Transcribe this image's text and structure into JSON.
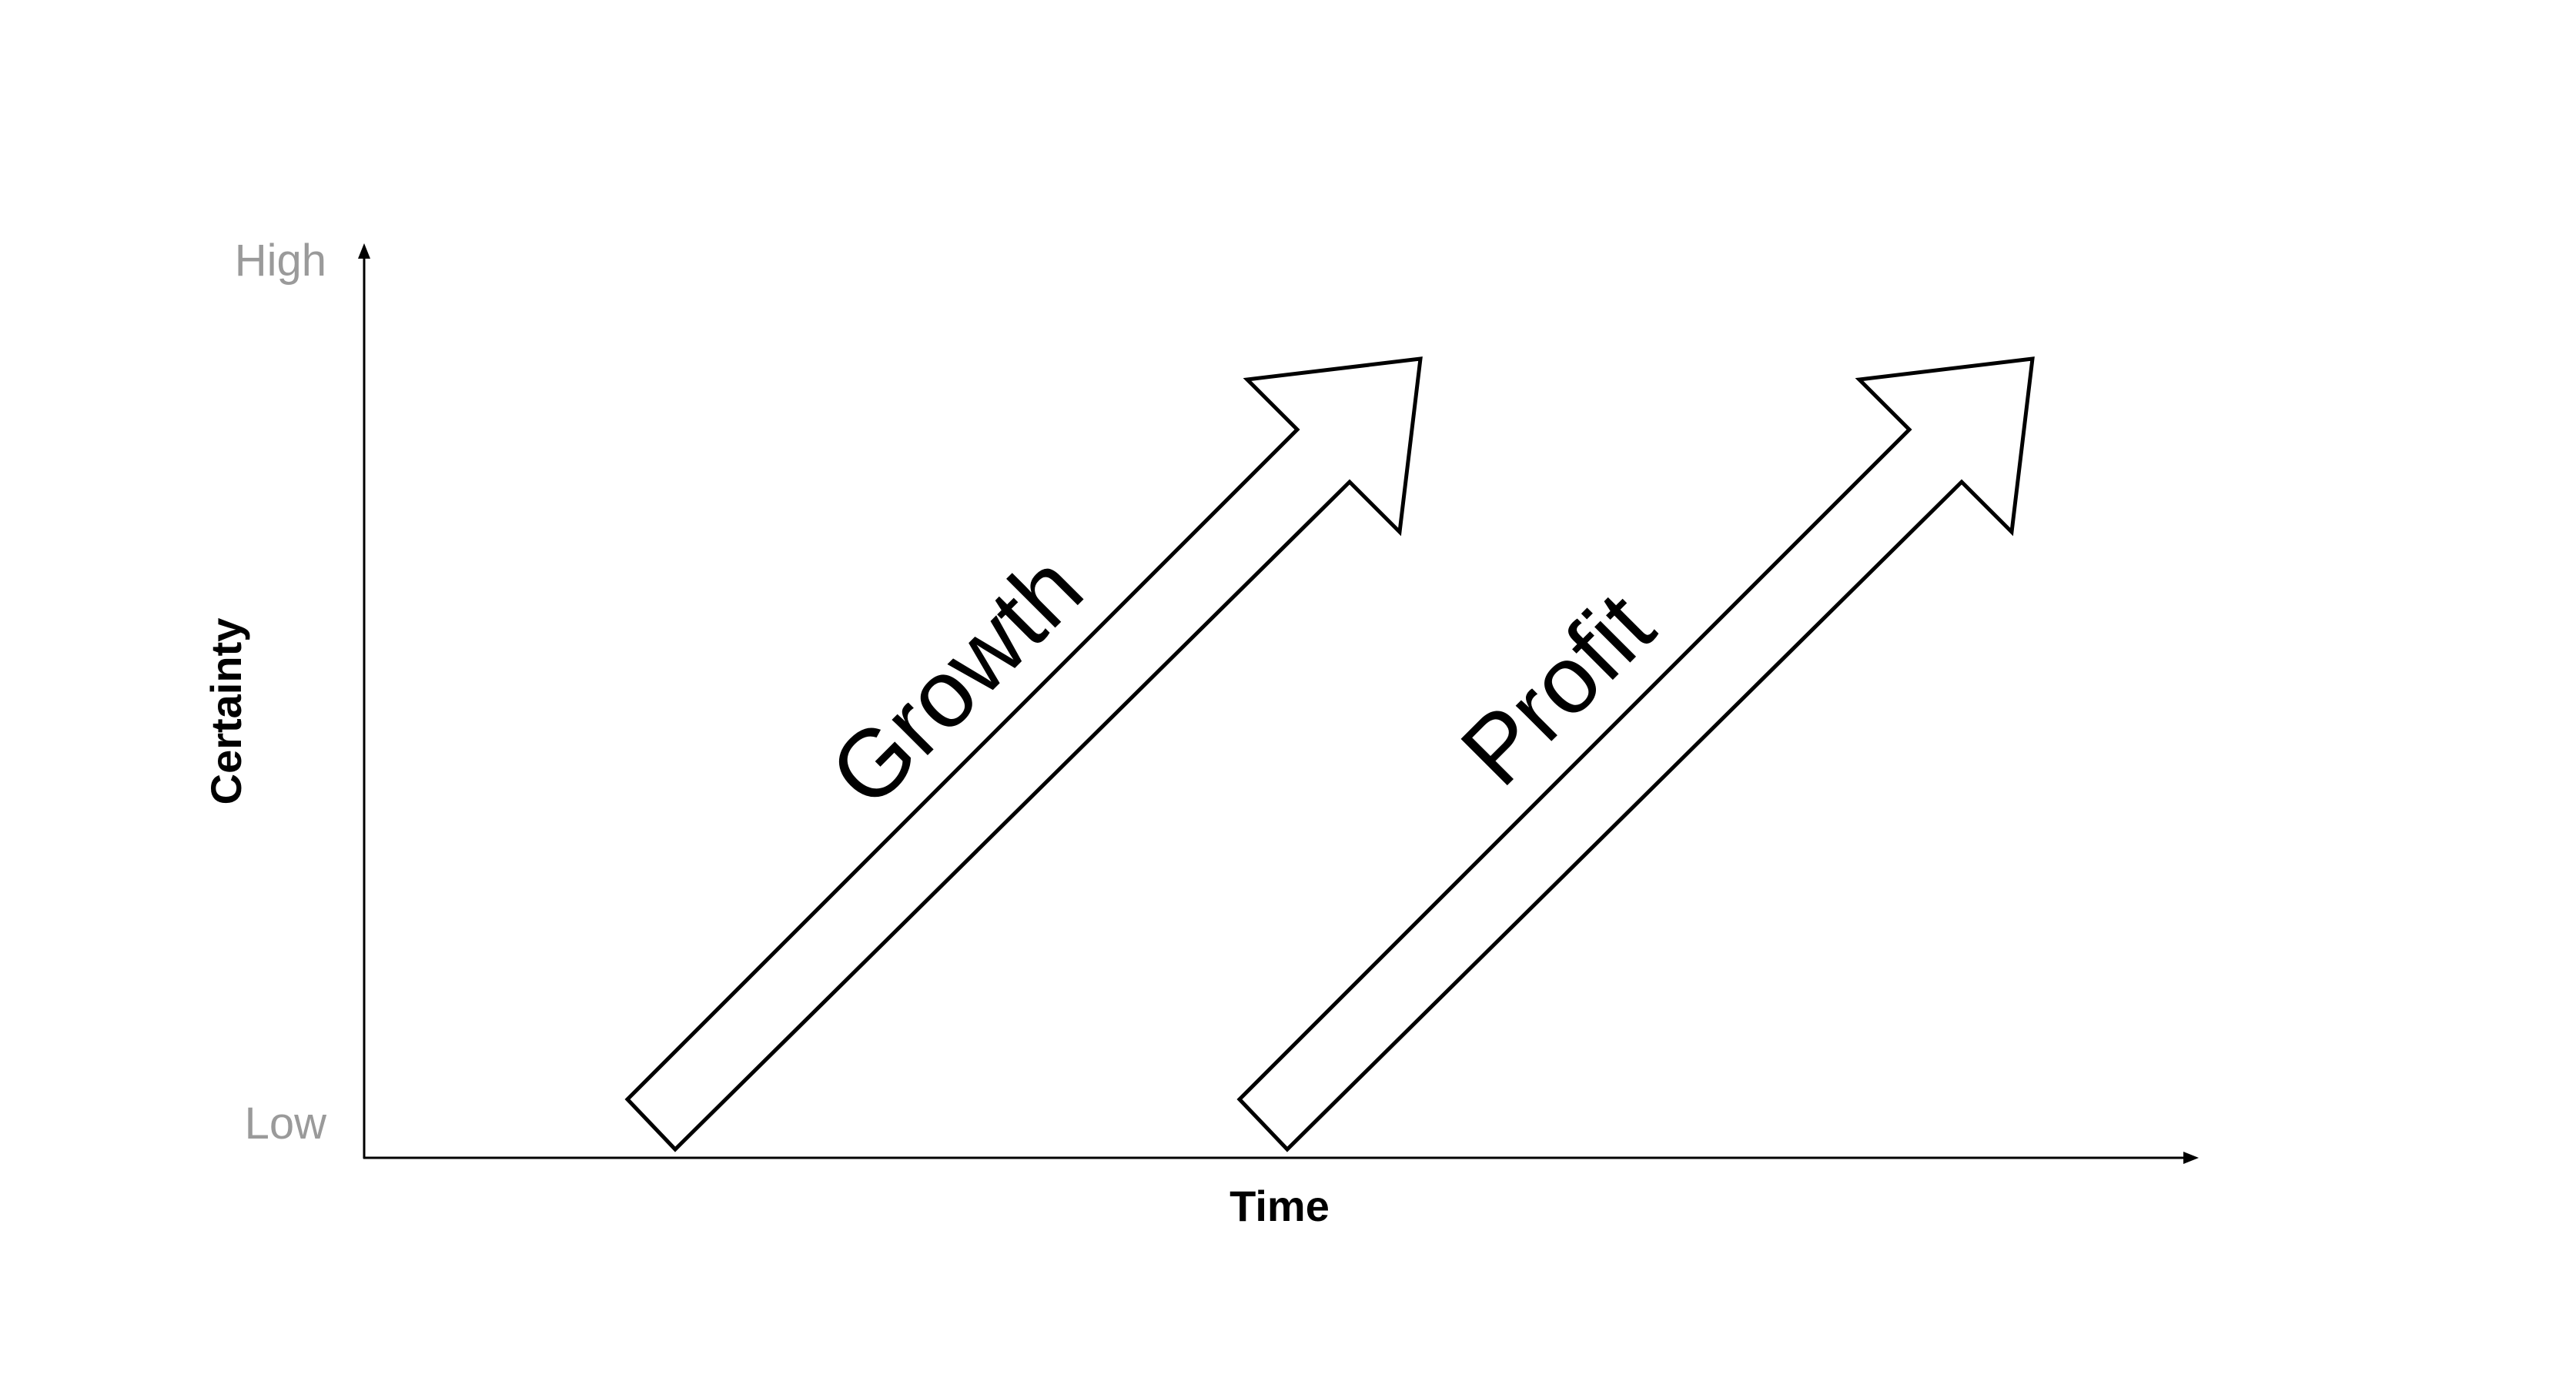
{
  "axes": {
    "y_title": "Certainty",
    "x_title": "Time",
    "y_high_label": "High",
    "y_low_label": "Low"
  },
  "arrows": [
    {
      "label": "Growth"
    },
    {
      "label": "Profit"
    }
  ],
  "colors": {
    "stroke": "#000000",
    "fill": "#ffffff",
    "level_label": "#9a9a9a"
  }
}
